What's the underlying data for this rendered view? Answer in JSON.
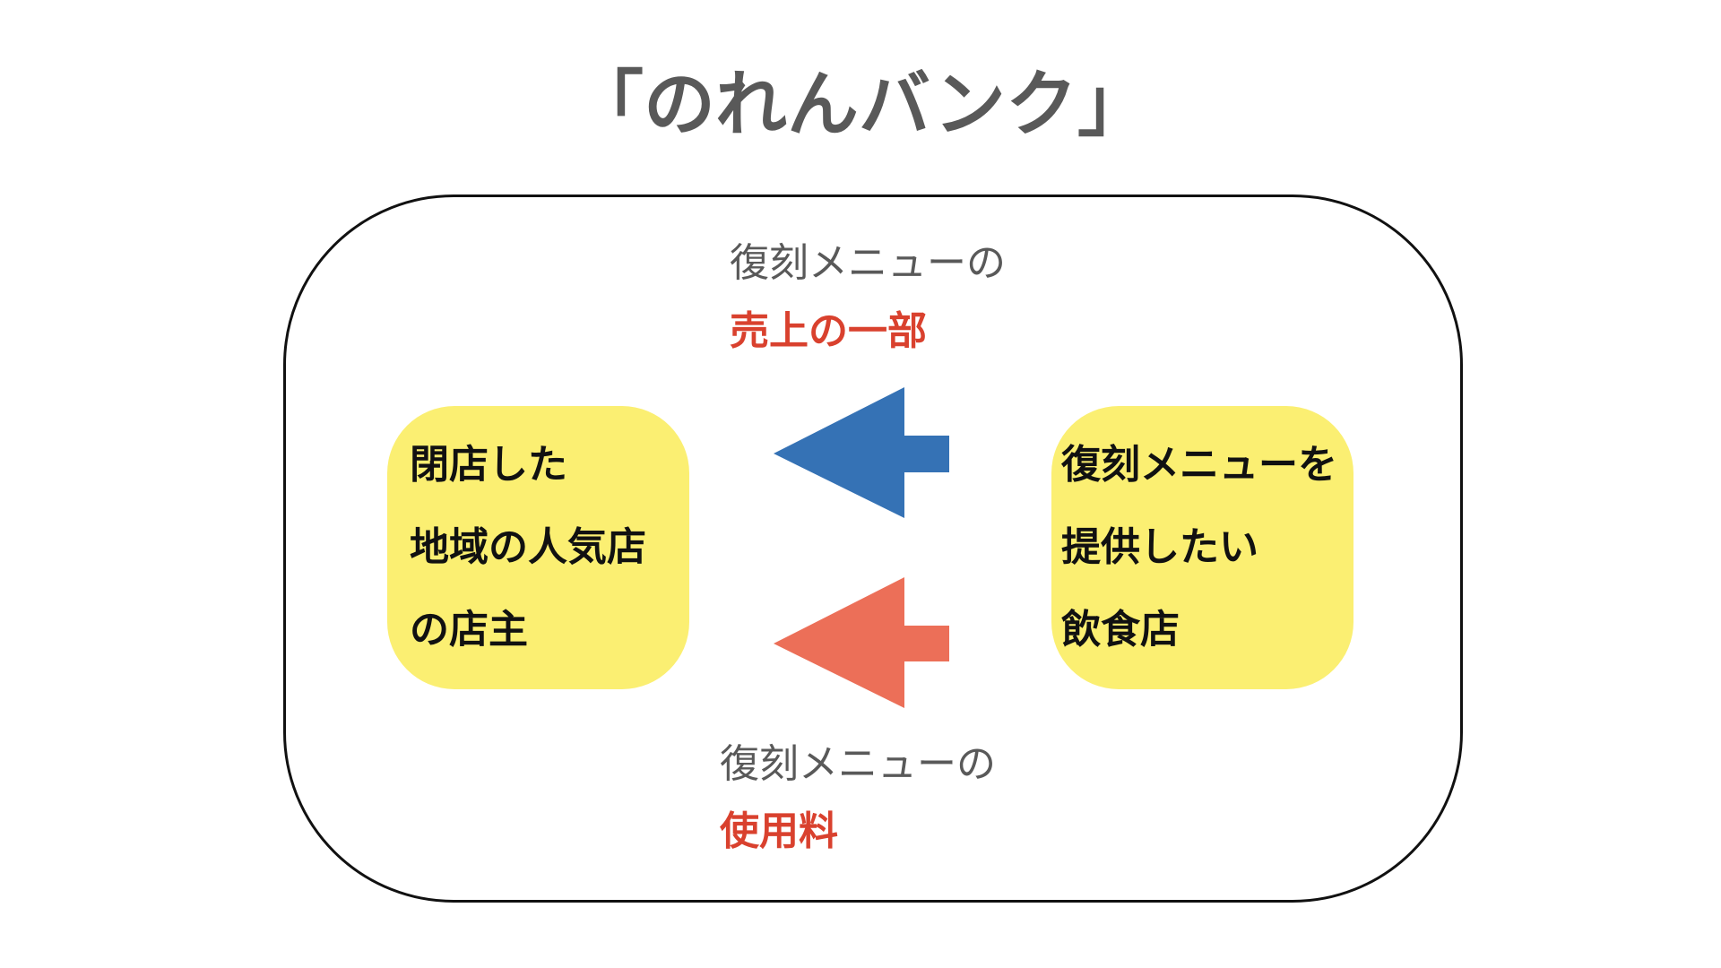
{
  "title": "「のれんバンク」",
  "top_label": {
    "line1": "復刻メニューの",
    "line2": "売上の一部"
  },
  "bottom_label": {
    "line1": "復刻メニューの",
    "line2": "使用料"
  },
  "left_box": {
    "lines": [
      "閉店した",
      "地域の人気店",
      "の店主"
    ]
  },
  "right_box": {
    "lines": [
      "復刻メニューを",
      "提供したい",
      "飲食店"
    ]
  },
  "colors": {
    "blue_arrow": "#3572b5",
    "orange_arrow": "#ec6f58",
    "box_fill": "#fbef72",
    "highlight_text": "#d9412e",
    "gray_text": "#595959"
  }
}
